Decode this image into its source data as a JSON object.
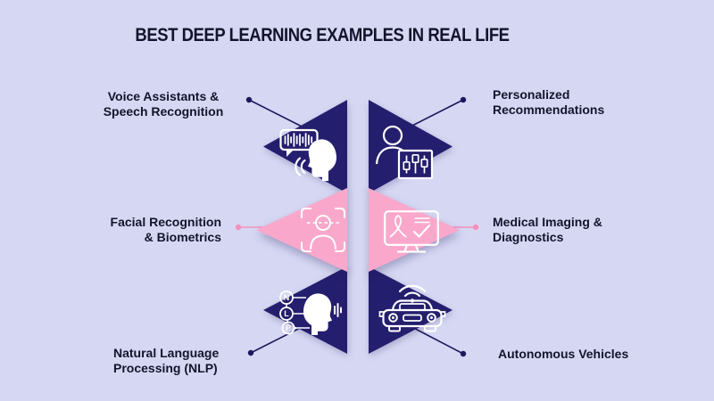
{
  "title": "BEST DEEP LEARNING EXAMPLES IN REAL LIFE",
  "colors": {
    "background": "#d6d8f3",
    "triangle_navy": "#241e6e",
    "triangle_pink": "#f9a8cb",
    "connector_navy": "#1b185c",
    "connector_pink": "#f48fbb",
    "text": "#14132b",
    "icon_stroke": "#ffffff"
  },
  "items": [
    {
      "label_lines": [
        "Voice Assistants &",
        "Speech Recognition"
      ],
      "icon": "speech-recognition-icon",
      "triangle": "navy",
      "side": "left",
      "row": "top"
    },
    {
      "label_lines": [
        "Facial Recognition",
        "& Biometrics"
      ],
      "icon": "facial-recognition-icon",
      "triangle": "pink",
      "side": "left",
      "row": "middle"
    },
    {
      "label_lines": [
        "Natural Language",
        "Processing (NLP)"
      ],
      "icon": "nlp-icon",
      "triangle": "navy",
      "side": "left",
      "row": "bottom"
    },
    {
      "label_lines": [
        "Personalized",
        "Recommendations"
      ],
      "icon": "recommendation-sliders-icon",
      "triangle": "navy",
      "side": "right",
      "row": "top"
    },
    {
      "label_lines": [
        "Medical Imaging &",
        "Diagnostics"
      ],
      "icon": "medical-imaging-icon",
      "triangle": "pink",
      "side": "right",
      "row": "middle"
    },
    {
      "label_lines": [
        "Autonomous Vehicles"
      ],
      "icon": "autonomous-vehicle-icon",
      "triangle": "navy",
      "side": "right",
      "row": "bottom"
    }
  ]
}
